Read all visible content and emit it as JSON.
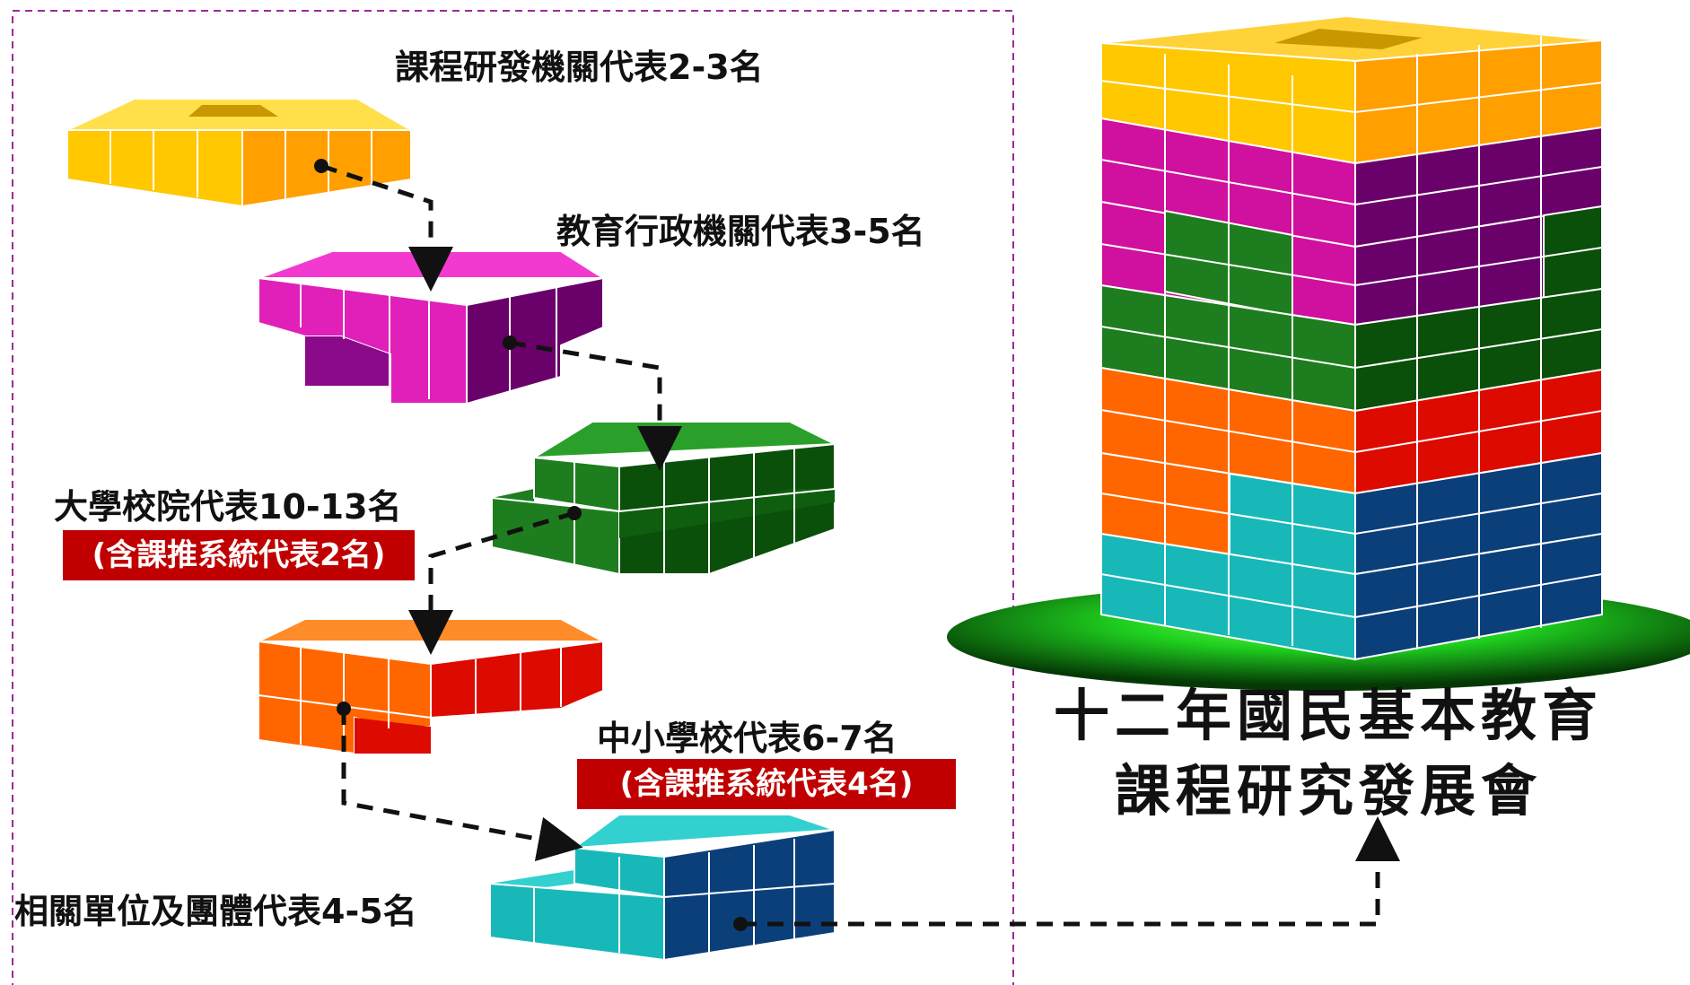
{
  "groups": {
    "curriculum": {
      "label": "課程研發機關代表2-3名",
      "color": "#ffc000"
    },
    "education_admin": {
      "label": "教育行政機關代表3-5名",
      "color": "#e020b8"
    },
    "university": {
      "label": "大學校院代表10-13名",
      "note": "(含課推系統代表2名)",
      "color": "#1e7d1e"
    },
    "school": {
      "label": "中小學校代表6-7名",
      "note": "(含課推系統代表4名)",
      "color": "#ff6600"
    },
    "related": {
      "label": "相關單位及團體代表4-5名",
      "color": "#19b8b8"
    }
  },
  "result": {
    "line1": "十二年國民基本教育",
    "line2": "課程研究發展會"
  },
  "colors": {
    "note_badge": "#c00000",
    "frame": "#9b2a9b",
    "platform": "#1fd01f",
    "connector": "#111111"
  }
}
